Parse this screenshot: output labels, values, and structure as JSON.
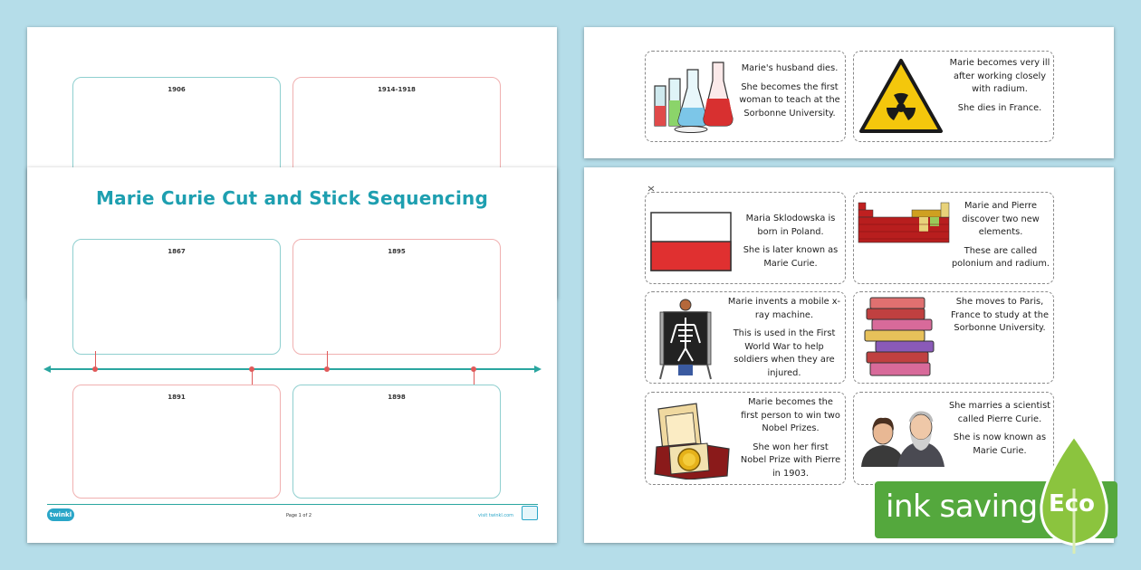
{
  "worksheet_back": {
    "years": [
      "1906",
      "1914-1918"
    ]
  },
  "worksheet_front": {
    "title": "Marie Curie Cut and Stick Sequencing",
    "top_years": [
      "1867",
      "1895"
    ],
    "bottom_years": [
      "1891",
      "1898"
    ],
    "footer": {
      "logo": "twinkl",
      "page_label": "Page 1 of 2",
      "url": "visit twinkl.com"
    }
  },
  "cards_back": [
    {
      "lines": [
        "Marie's husband dies.",
        "She becomes the first woman to teach at the Sorbonne University."
      ],
      "icon": "chemistry-flasks-icon"
    },
    {
      "lines": [
        "Marie becomes very ill after working closely with radium.",
        "She dies in France."
      ],
      "icon": "radiation-warning-icon"
    }
  ],
  "cards_front": [
    {
      "lines": [
        "Maria Sklodowska is born in Poland.",
        "She is later known as Marie Curie."
      ],
      "icon": "poland-flag-icon"
    },
    {
      "lines": [
        "Marie and Pierre discover two new elements.",
        "These are called polonium and radium."
      ],
      "icon": "periodic-table-icon"
    },
    {
      "lines": [
        "Marie invents a mobile x-ray machine.",
        "This is used in the First World War to help soldiers when they are injured."
      ],
      "icon": "x-ray-machine-icon"
    },
    {
      "lines": [
        "She moves to Paris, France to study at the Sorbonne University."
      ],
      "icon": "book-stack-icon"
    },
    {
      "lines": [
        "Marie becomes the first person to win two Nobel Prizes.",
        "She won her first Nobel Prize with Pierre in 1903."
      ],
      "icon": "nobel-medal-icon"
    },
    {
      "lines": [
        "She marries a scientist called Pierre Curie.",
        "She is now known as Marie Curie."
      ],
      "icon": "marie-pierre-portrait-icon"
    }
  ],
  "eco_badge": {
    "label": "ink saving",
    "leaf_label": "Eco"
  },
  "colors": {
    "background": "#b5dde9",
    "teal": "#1e9fb0",
    "red": "#e05a5a",
    "eco_green": "#54a83d"
  }
}
